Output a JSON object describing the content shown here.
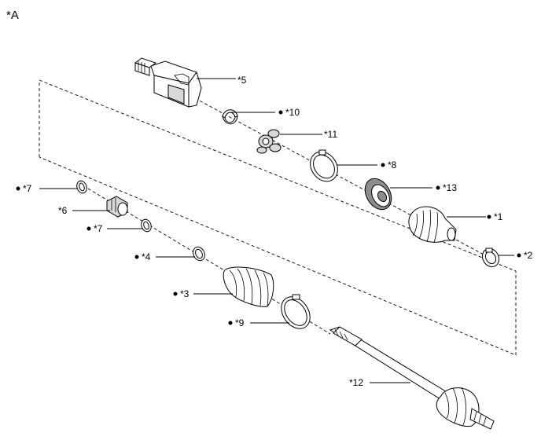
{
  "figure": {
    "view_label": "*A",
    "callouts": [
      {
        "id": "c5",
        "text": "*5",
        "bullet": false
      },
      {
        "id": "c10",
        "text": "*10",
        "bullet": true
      },
      {
        "id": "c11",
        "text": "*11",
        "bullet": false
      },
      {
        "id": "c8",
        "text": "*8",
        "bullet": true
      },
      {
        "id": "c13",
        "text": "*13",
        "bullet": true
      },
      {
        "id": "c7a",
        "text": "*7",
        "bullet": true
      },
      {
        "id": "c6",
        "text": "*6",
        "bullet": false
      },
      {
        "id": "c7b",
        "text": "*7",
        "bullet": true
      },
      {
        "id": "c1",
        "text": "*1",
        "bullet": true
      },
      {
        "id": "c2",
        "text": "*2",
        "bullet": true
      },
      {
        "id": "c4",
        "text": "*4",
        "bullet": true
      },
      {
        "id": "c3",
        "text": "*3",
        "bullet": true
      },
      {
        "id": "c9",
        "text": "*9",
        "bullet": true
      },
      {
        "id": "c12",
        "text": "*12",
        "bullet": false
      }
    ]
  }
}
